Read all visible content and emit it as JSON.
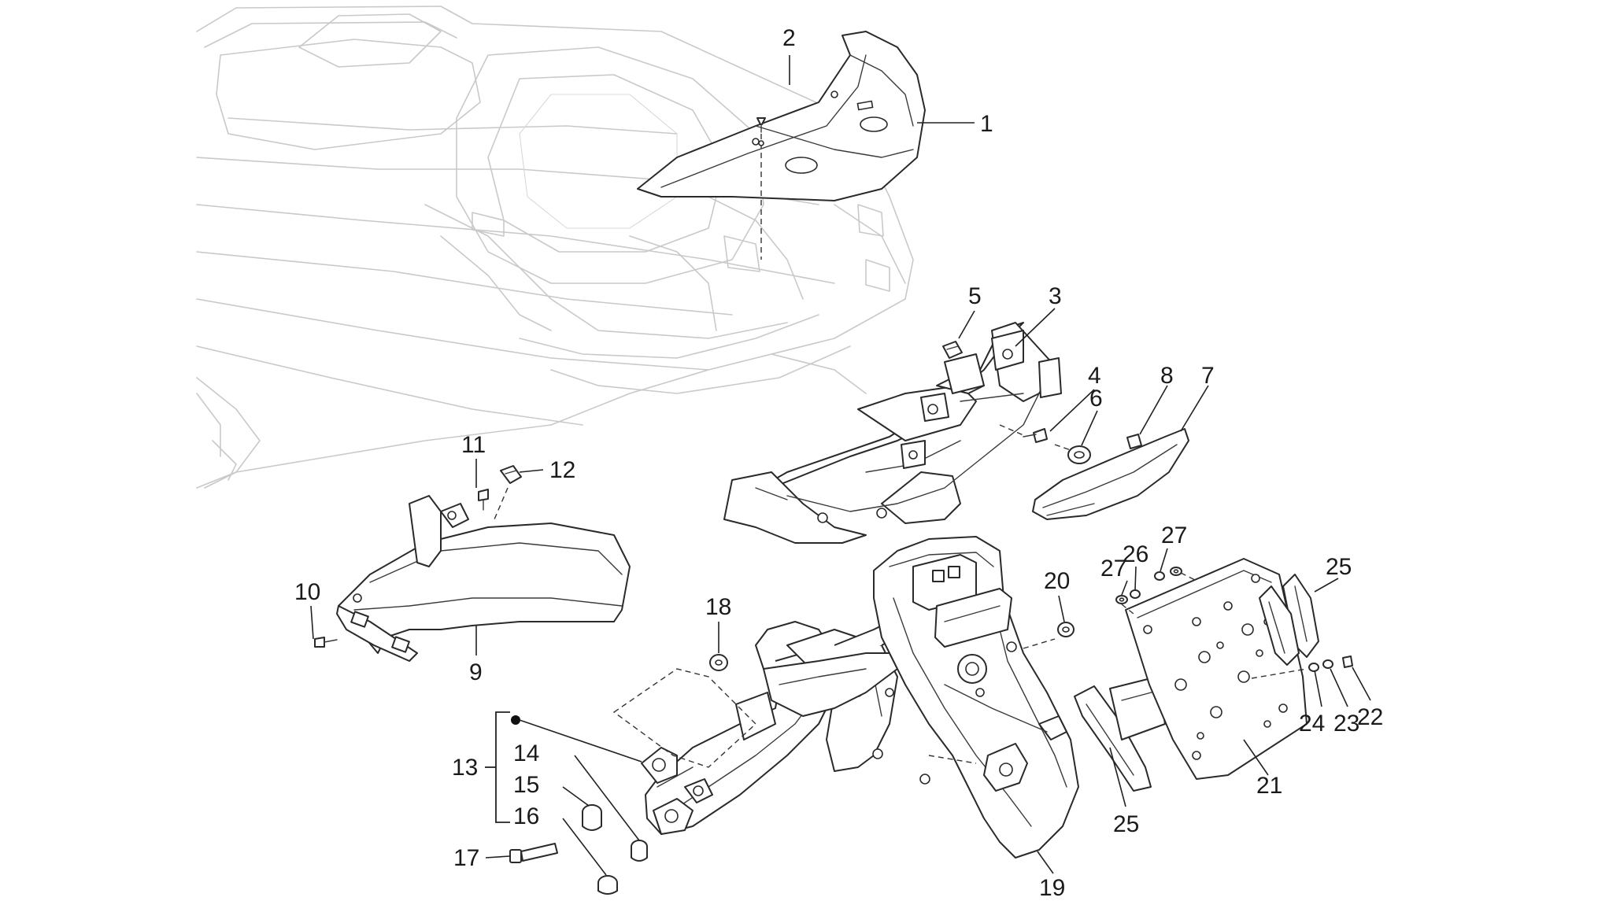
{
  "diagram": {
    "callouts": {
      "c1": "1",
      "c2": "2",
      "c3": "3",
      "c4": "4",
      "c5": "5",
      "c6": "6",
      "c7": "7",
      "c8": "8",
      "c9": "9",
      "c10": "10",
      "c11": "11",
      "c12": "12",
      "c13": "13",
      "c14": "14",
      "c15": "15",
      "c16": "16",
      "c17": "17",
      "c18": "18",
      "c19": "19",
      "c20": "20",
      "c21": "21",
      "c22": "22",
      "c23": "23",
      "c24": "24",
      "c25a": "25",
      "c25b": "25",
      "c26": "26",
      "c27a": "27",
      "c27b": "27"
    }
  }
}
